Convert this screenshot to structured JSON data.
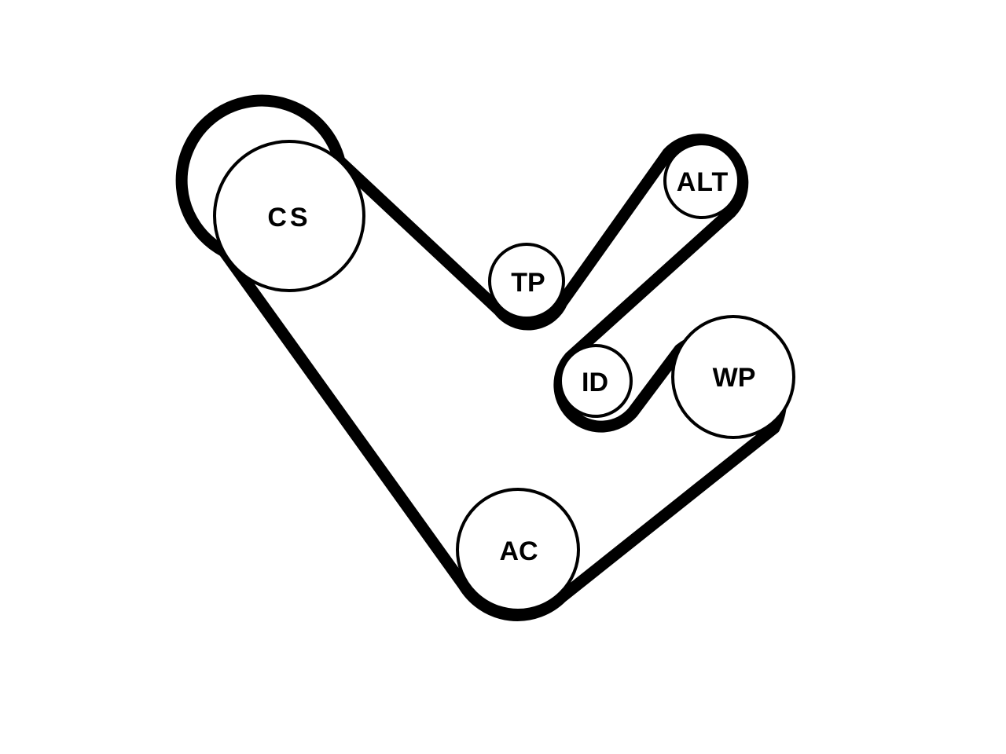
{
  "diagram": {
    "colors": {
      "belt": "#000000",
      "pulley_fill": "#ffffff",
      "pulley_stroke": "#000000"
    },
    "pulleys": [
      {
        "id": "cs",
        "label": "CS"
      },
      {
        "id": "tp",
        "label": "TP"
      },
      {
        "id": "alt",
        "label": "ALT"
      },
      {
        "id": "id",
        "label": "ID"
      },
      {
        "id": "wp",
        "label": "WP"
      },
      {
        "id": "ac",
        "label": "AC"
      }
    ],
    "belt_route": [
      "cs",
      "tp",
      "alt",
      "id",
      "wp",
      "ac"
    ]
  }
}
